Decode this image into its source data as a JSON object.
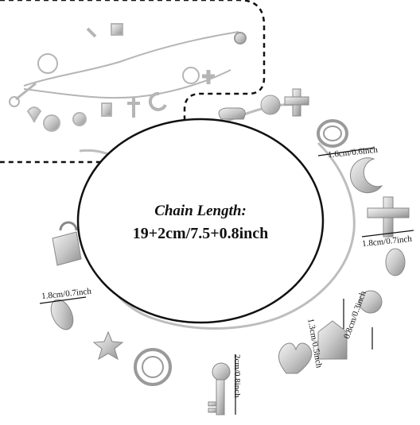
{
  "chain": {
    "title": "Chain Length:",
    "value": "19+2cm/7.5+0.8inch"
  },
  "measurements": {
    "ring": "1.6cm/0.6inch",
    "cross": "1.8cm/0.7inch",
    "lock": "1.8cm/0.7inch",
    "house_height": "1.3cm/0.5inch",
    "house_width": "0.8cm/0.3inch",
    "key": "2cm/0.8inch"
  },
  "colors": {
    "silver": "#c9c9c9",
    "silver_dark": "#9a9a9a",
    "highlight": "#f2f2f2",
    "outline": "#111111"
  }
}
